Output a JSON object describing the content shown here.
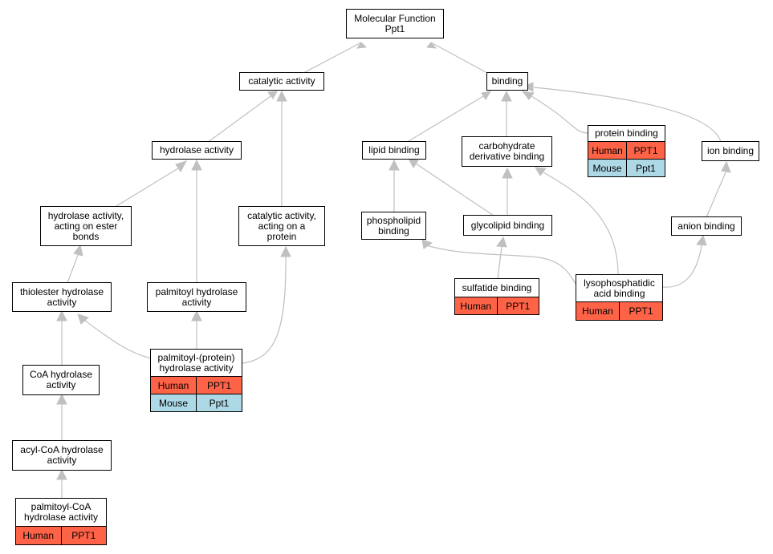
{
  "colors": {
    "human": "#ff6347",
    "mouse": "#add8e6",
    "edge": "#c0c0c0"
  },
  "nodes": {
    "mf": "Molecular Function\nPpt1",
    "catalytic": "catalytic activity",
    "binding": "binding",
    "hydrolase": "hydrolase activity",
    "lipid": "lipid binding",
    "carb": "carbohydrate\nderivative binding",
    "protein_binding": "protein binding",
    "ion": "ion binding",
    "ester": "hydrolase activity,\nacting on ester\nbonds",
    "cat_protein": "catalytic activity,\nacting on a\nprotein",
    "phospholipid": "phospholipid\nbinding",
    "glycolipid": "glycolipid binding",
    "anion": "anion binding",
    "thiolester": "thiolester hydrolase\nactivity",
    "palmitoyl_hydrolase": "palmitoyl hydrolase\nactivity",
    "sulfatide": "sulfatide binding",
    "lpa": "lysophosphatidic\nacid binding",
    "ppt": "palmitoyl-(protein)\nhydrolase activity",
    "coa": "CoA hydrolase\nactivity",
    "acyl_coa": "acyl-CoA hydrolase\nactivity",
    "palm_coa": "palmitoyl-CoA\nhydrolase activity"
  },
  "orthologs": {
    "protein_binding": [
      [
        "Human",
        "PPT1"
      ],
      [
        "Mouse",
        "Ppt1"
      ]
    ],
    "sulfatide": [
      [
        "Human",
        "PPT1"
      ]
    ],
    "lpa": [
      [
        "Human",
        "PPT1"
      ]
    ],
    "ppt": [
      [
        "Human",
        "PPT1"
      ],
      [
        "Mouse",
        "Ppt1"
      ]
    ],
    "palm_coa": [
      [
        "Human",
        "PPT1"
      ]
    ]
  }
}
